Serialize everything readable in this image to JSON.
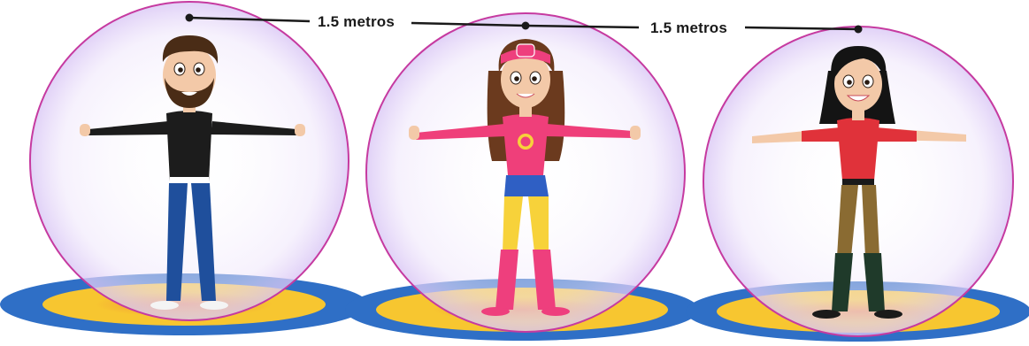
{
  "distance_labels": [
    {
      "text": "1.5 metros"
    },
    {
      "text": "1.5 metros"
    }
  ],
  "people": [
    {
      "name": "person-man-beard",
      "shirt": "#1c1c1c",
      "pants": "#1f4f9c",
      "skin": "#f3c9a8",
      "hair": "#4a2c16"
    },
    {
      "name": "person-superhero-woman",
      "shirt": "#ef3f7a",
      "shorts": "#2f5fc4",
      "legs": "#f7d23a",
      "boots": "#ee3f7d",
      "skin": "#f3c9a8",
      "hair": "#6b3a1e"
    },
    {
      "name": "person-woman-red-shirt",
      "shirt": "#e0323a",
      "pants": "#8a6b32",
      "boots": "#1f3a2a",
      "skin": "#f3c9a8",
      "hair": "#141414"
    }
  ],
  "colors": {
    "bubble_outline": "#c63aa0",
    "bubble_fill": "#f3ecfb",
    "floor_outer": "#2f6fc6",
    "floor_inner": "#f7c630",
    "floor_center": "#f29a3e",
    "measure_line": "#1a1a1a"
  }
}
